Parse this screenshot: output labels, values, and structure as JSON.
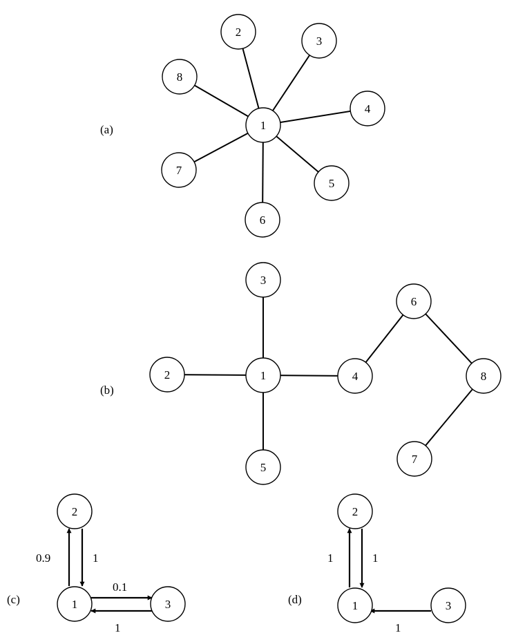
{
  "panels": [
    {
      "label": "(a)",
      "nodes": [
        "1",
        "2",
        "3",
        "4",
        "5",
        "6",
        "7",
        "8"
      ],
      "edges": [
        [
          "1",
          "2"
        ],
        [
          "1",
          "3"
        ],
        [
          "1",
          "4"
        ],
        [
          "1",
          "5"
        ],
        [
          "1",
          "6"
        ],
        [
          "1",
          "7"
        ],
        [
          "1",
          "8"
        ]
      ]
    },
    {
      "label": "(b)",
      "nodes": [
        "1",
        "2",
        "3",
        "4",
        "5",
        "6",
        "7",
        "8"
      ],
      "edges": [
        [
          "1",
          "2"
        ],
        [
          "1",
          "3"
        ],
        [
          "1",
          "4"
        ],
        [
          "1",
          "5"
        ],
        [
          "4",
          "6"
        ],
        [
          "6",
          "8"
        ],
        [
          "8",
          "7"
        ]
      ]
    },
    {
      "label": "(c)",
      "nodes": [
        "1",
        "2",
        "3"
      ],
      "edges": [
        {
          "from": "1",
          "to": "2",
          "weight": "0.9"
        },
        {
          "from": "2",
          "to": "1",
          "weight": "1"
        },
        {
          "from": "1",
          "to": "3",
          "weight": "0.1"
        },
        {
          "from": "3",
          "to": "1",
          "weight": "1"
        }
      ]
    },
    {
      "label": "(d)",
      "nodes": [
        "1",
        "2",
        "3"
      ],
      "edges": [
        {
          "from": "1",
          "to": "2",
          "weight": "1"
        },
        {
          "from": "2",
          "to": "1",
          "weight": "1"
        },
        {
          "from": "3",
          "to": "1",
          "weight": "1"
        }
      ]
    }
  ],
  "colors": {
    "stroke": "#000000",
    "node_fill": "#ffffff",
    "background": "#ffffff"
  }
}
